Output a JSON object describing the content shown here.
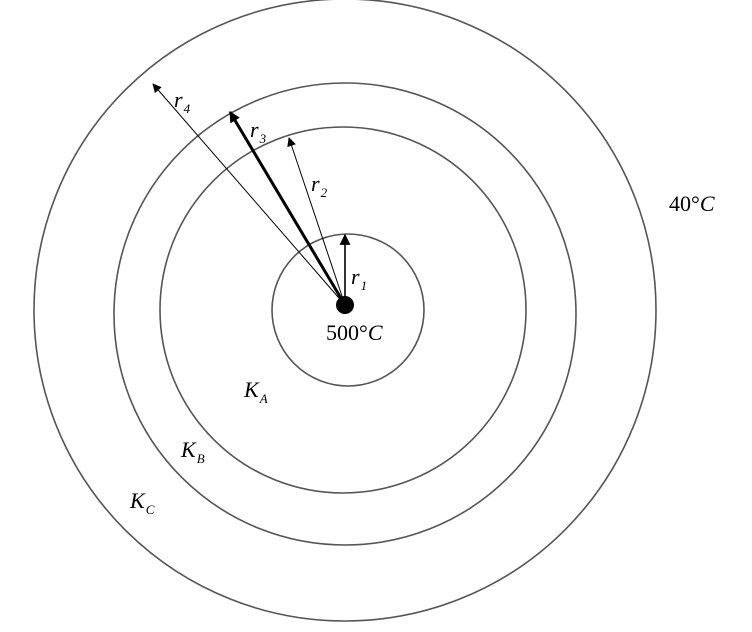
{
  "diagram": {
    "center_temperature": {
      "value": "500°",
      "unit": "C"
    },
    "outer_temperature": {
      "value": "40°",
      "unit": "C"
    },
    "radii": [
      {
        "symbol": "r",
        "index": "1"
      },
      {
        "symbol": "r",
        "index": "2"
      },
      {
        "symbol": "r",
        "index": "3"
      },
      {
        "symbol": "r",
        "index": "4"
      }
    ],
    "layers": [
      {
        "symbol": "K",
        "index": "A"
      },
      {
        "symbol": "K",
        "index": "B"
      },
      {
        "symbol": "K",
        "index": "C"
      }
    ]
  }
}
